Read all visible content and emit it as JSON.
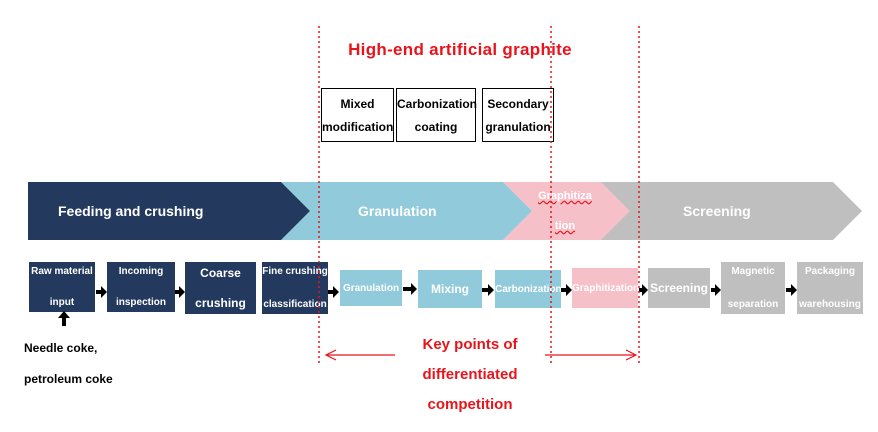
{
  "title": "High-end  artificial  graphite",
  "tech_boxes": [
    {
      "line1": "Mixed",
      "line2": "modification"
    },
    {
      "line1": "Carbonization",
      "line2": "coating"
    },
    {
      "line1": "Secondary",
      "line2": "granulation"
    }
  ],
  "stages": [
    {
      "label": "Feeding and crushing",
      "color": "#233a5e"
    },
    {
      "label": "Granulation",
      "color": "#91cadb"
    },
    {
      "label_line1": "Graphitiza",
      "label_line2": "tion",
      "color": "#f6c0c8"
    },
    {
      "label": "Screening",
      "color": "#bfbfbf"
    }
  ],
  "steps": [
    {
      "line1": "Raw material",
      "line2": "input"
    },
    {
      "line1": "Incoming",
      "line2": "inspection"
    },
    {
      "line1": "Coarse",
      "line2": "crushing"
    },
    {
      "line1": "Fine crushing",
      "line2": "classification"
    },
    {
      "line1": "Granulation"
    },
    {
      "line1": "Mixing"
    },
    {
      "line1": "Carbonization"
    },
    {
      "line1": "Graphitization"
    },
    {
      "line1": "Screening"
    },
    {
      "line1": "Magnetic",
      "line2": "separation"
    },
    {
      "line1": "Packaging",
      "line2": "warehousing"
    }
  ],
  "input_note": {
    "line1": "Needle coke,",
    "line2": "petroleum coke"
  },
  "key_points": {
    "line1": "Key points of",
    "line2": "differentiated",
    "line3": "competition"
  },
  "colors": {
    "red": "#e8141b",
    "navy": "#233a5e",
    "blue": "#91cadb",
    "pink": "#f6c0c8",
    "gray": "#bfbfbf"
  }
}
